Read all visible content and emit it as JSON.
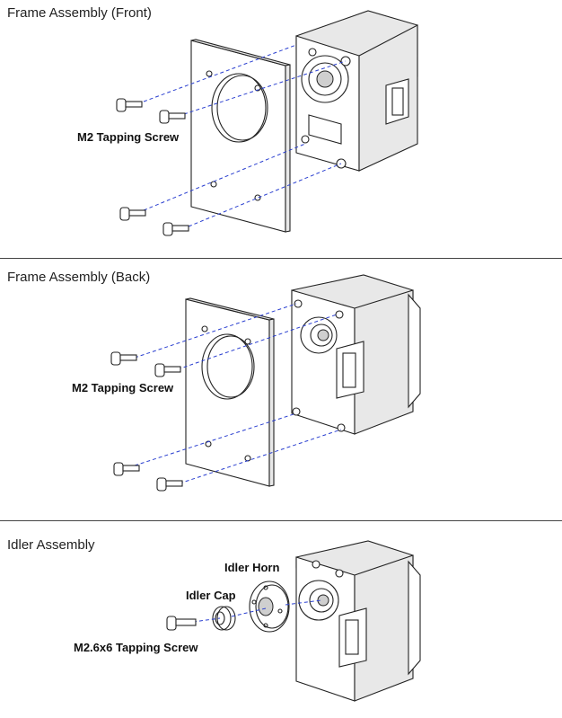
{
  "sections": [
    {
      "title": "Frame Assembly (Front)",
      "labels": {
        "screw": "M2 Tapping Screw"
      }
    },
    {
      "title": "Frame Assembly (Back)",
      "labels": {
        "screw": "M2 Tapping Screw"
      }
    },
    {
      "title": "Idler Assembly",
      "labels": {
        "horn": "Idler Horn",
        "cap": "Idler Cap",
        "screw": "M2.6x6 Tapping Screw"
      }
    }
  ],
  "colors": {
    "guide_lines": "#2a3fd0",
    "outline": "#222222",
    "divider": "#444444"
  },
  "icons": [
    "screw-icon",
    "frame-plate-icon",
    "servo-actuator-icon",
    "idler-horn-icon",
    "idler-cap-icon"
  ]
}
